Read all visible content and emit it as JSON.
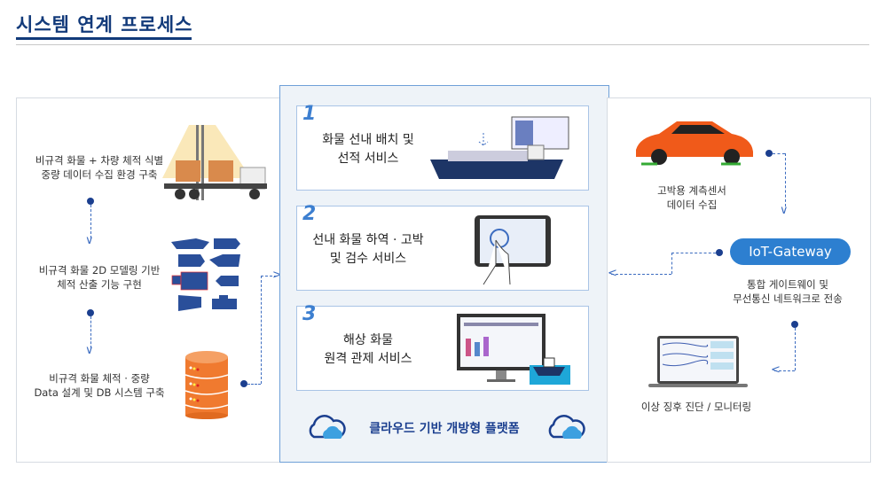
{
  "title": "시스템 연계 프로세스",
  "left": {
    "steps": [
      {
        "line1": "비규격 화물 + 차량 체적 식별",
        "line2": "중량 데이터 수집 환경 구축"
      },
      {
        "line1": "비규격 화물 2D 모델링 기반",
        "line2": "체적 산출 기능 구현"
      },
      {
        "line1": "비규격 화물 체적 · 중량",
        "line2": "Data 설계 및 DB 시스템 구축"
      }
    ]
  },
  "center": {
    "cards": [
      {
        "num": "1",
        "line1": "화물 선내 배치 및",
        "line2": "선적 서비스"
      },
      {
        "num": "2",
        "line1": "선내 화물 하역 · 고박",
        "line2": "및 검수 서비스"
      },
      {
        "num": "3",
        "line1": "해상 화물",
        "line2": "원격 관제 서비스"
      }
    ],
    "platform": "클라우드 기반 개방형 플랫폼"
  },
  "right": {
    "sensor": {
      "line1": "고박용 계측센서",
      "line2": "데이터 수집"
    },
    "gateway": "IoT-Gateway",
    "transmit": {
      "line1": "통합 게이트웨이 및",
      "line2": "무선통신 네트워크로 전송"
    },
    "monitor": "이상 징후 진단 / 모니터링"
  },
  "colors": {
    "navy": "#123a7a",
    "accent": "#2d7fd0",
    "db": "#f07a2f",
    "car": "#f05a1a"
  }
}
